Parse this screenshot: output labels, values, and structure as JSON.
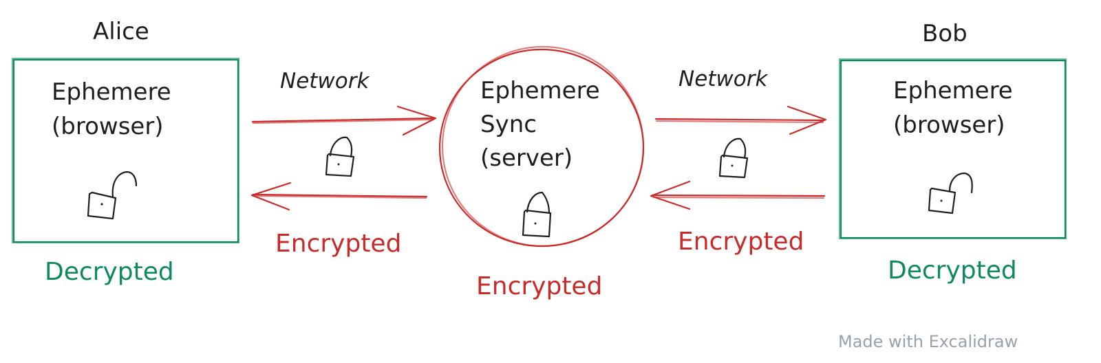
{
  "alice": {
    "name": "Alice",
    "box_line1": "Ephemere",
    "box_line2": "(browser)",
    "state": "Decrypted"
  },
  "bob": {
    "name": "Bob",
    "box_line1": "Ephemere",
    "box_line2": "(browser)",
    "state": "Decrypted"
  },
  "server": {
    "line1": "Ephemere",
    "line2": "Sync",
    "line3": "(server)",
    "state": "Encrypted"
  },
  "left_link": {
    "network_label": "Network",
    "state": "Encrypted"
  },
  "right_link": {
    "network_label": "Network",
    "state": "Encrypted"
  },
  "footer": {
    "credit": "Made with Excalidraw"
  },
  "colors": {
    "decrypted": "#0f8a5f",
    "encrypted": "#c92a2a",
    "ink": "#1e1e1e",
    "credit": "#9aa1aa"
  },
  "icons": {
    "unlocked": "unlocked-padlock-icon",
    "locked": "locked-padlock-icon"
  }
}
